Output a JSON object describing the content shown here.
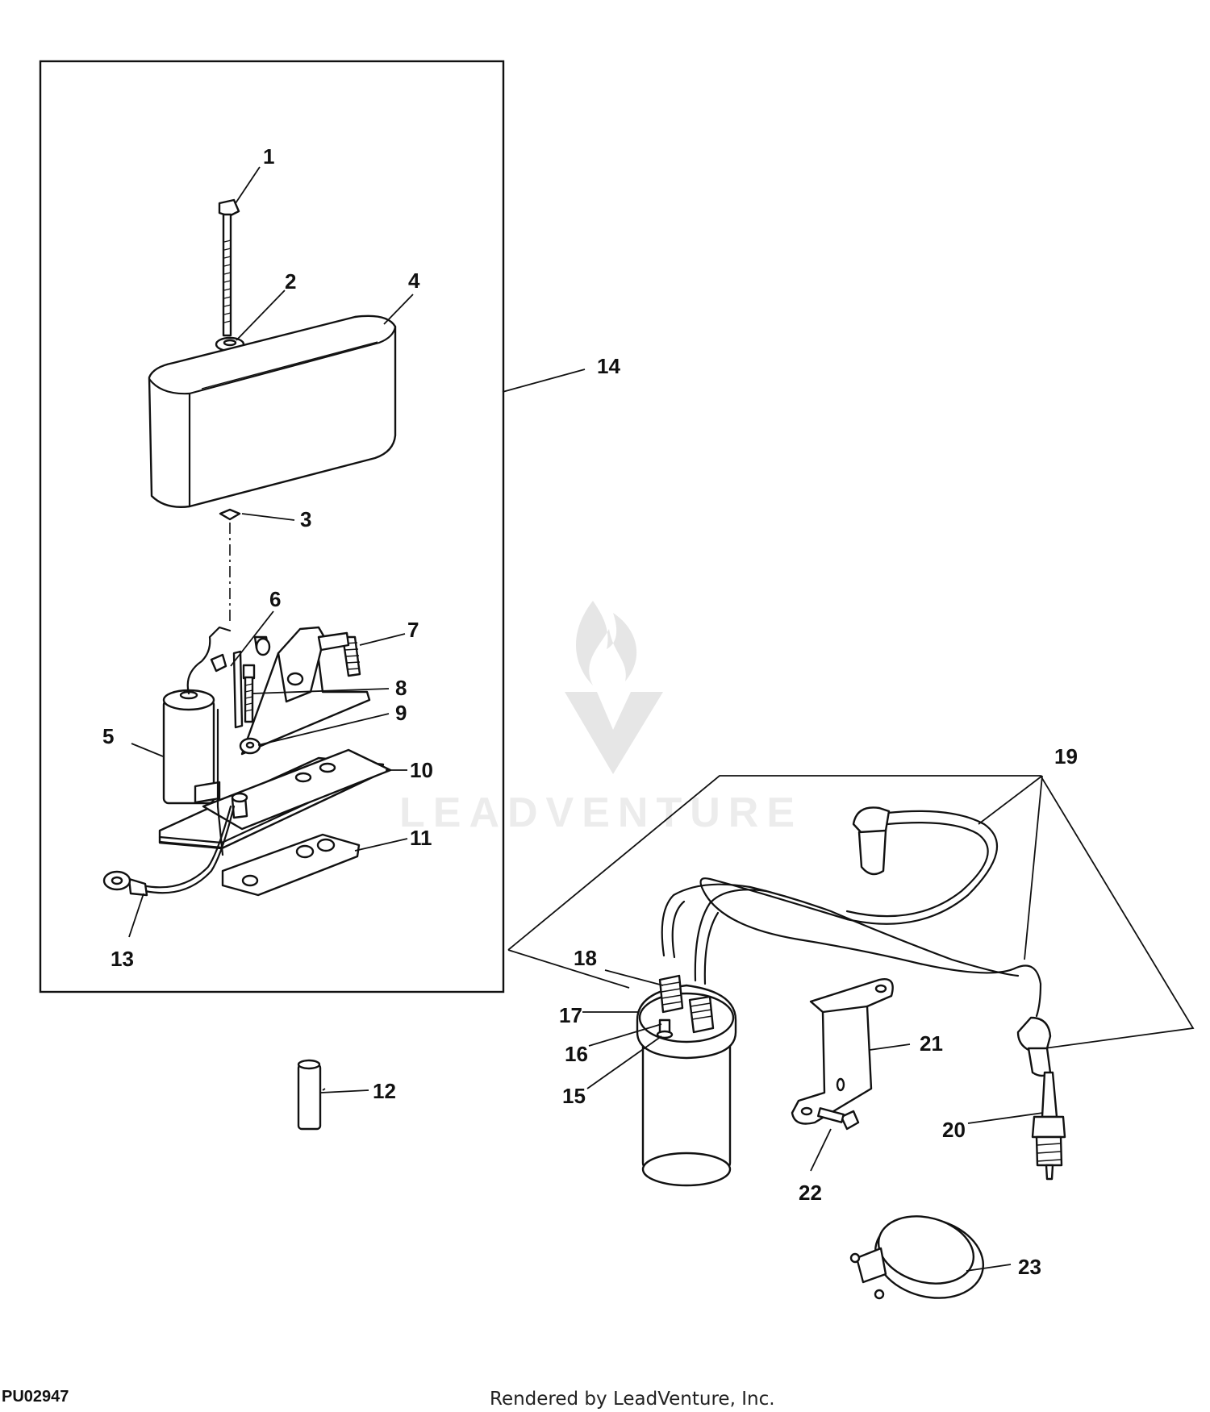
{
  "figure_code": "PU02947",
  "credit": "Rendered by LeadVenture, Inc.",
  "watermark": "LEADVENTURE",
  "callouts": [
    "1",
    "2",
    "3",
    "4",
    "5",
    "6",
    "7",
    "8",
    "9",
    "10",
    "11",
    "12",
    "13",
    "14",
    "15",
    "16",
    "17",
    "18",
    "19",
    "20",
    "21",
    "22",
    "23"
  ]
}
